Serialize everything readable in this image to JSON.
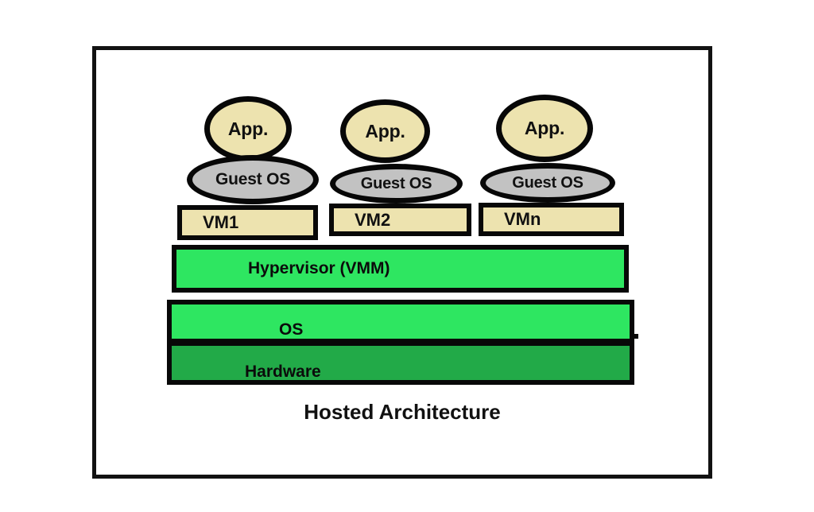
{
  "diagram": {
    "title": "Hosted Architecture",
    "frame": {
      "border_color": "#121212"
    },
    "columns": [
      {
        "app_label": "App.",
        "guest_label": "Guest OS",
        "vm_label": "VM1"
      },
      {
        "app_label": "App.",
        "guest_label": "Guest OS",
        "vm_label": "VM2"
      },
      {
        "app_label": "App.",
        "guest_label": "Guest OS",
        "vm_label": "VMn"
      }
    ],
    "layers": [
      {
        "label": "Hypervisor (VMM)",
        "color": "#2EE661"
      },
      {
        "label": "OS",
        "color": "#2EE661"
      },
      {
        "label": "Hardware",
        "color": "#22AA48"
      }
    ],
    "colors": {
      "app_fill": "#EDE3AF",
      "guest_fill": "#C2C2C2",
      "vm_fill": "#EDE3AF",
      "green_bright": "#2EE661",
      "green_dark": "#22AA48",
      "outline": "#080808",
      "background": "#FFFFFF"
    }
  }
}
